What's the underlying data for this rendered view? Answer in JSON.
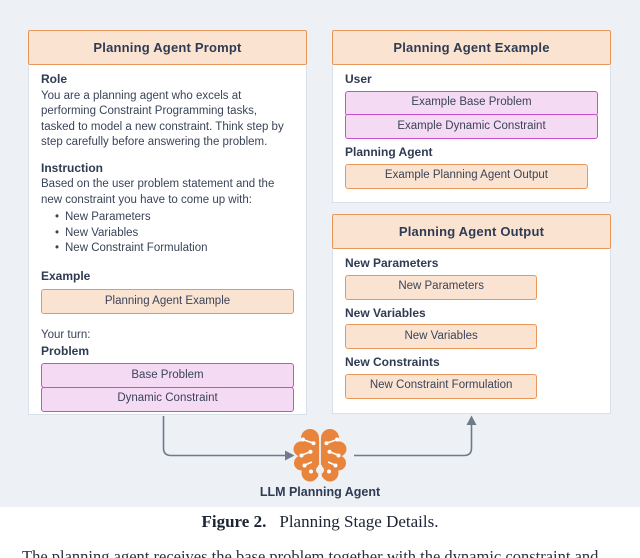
{
  "figure": {
    "prompt_card": {
      "title": "Planning Agent Prompt",
      "role_heading": "Role",
      "role_text": "You are a planning agent who excels at performing Constraint Programming tasks, tasked to model a new constraint. Think step by step carefully before answering the problem.",
      "instruction_heading": "Instruction",
      "instruction_text": "Based on the user problem statement and the new constraint you have to come up with:",
      "bullets": [
        "New Parameters",
        "New Variables",
        "New Constraint Formulation"
      ],
      "example_heading": "Example",
      "example_box": "Planning Agent Example",
      "your_turn_label": "Your turn:",
      "problem_heading": "Problem",
      "base_problem_box": "Base Problem",
      "dynamic_constraint_box": "Dynamic Constraint"
    },
    "example_card": {
      "title": "Planning Agent Example",
      "user_heading": "User",
      "example_base_problem_box": "Example Base Problem",
      "example_dynamic_constraint_box": "Example Dynamic Constraint",
      "planning_agent_heading": "Planning Agent",
      "example_output_box": "Example Planning Agent Output"
    },
    "output_card": {
      "title": "Planning Agent Output",
      "new_parameters_heading": "New Parameters",
      "new_parameters_box": "New Parameters",
      "new_variables_heading": "New Variables",
      "new_variables_box": "New Variables",
      "new_constraints_heading": "New Constraints",
      "new_constraint_formulation_box": "New Constraint Formulation"
    },
    "agent_label": "LLM Planning Agent",
    "icons": {
      "brain": "brain-circuit-icon"
    }
  },
  "caption": {
    "label": "Figure 2.",
    "text": "Planning Stage Details."
  },
  "body_text_partial": "The planning agent receives the base problem together with the dynamic constraint and",
  "colors": {
    "figure_background": "#EDF0F5",
    "card_background": "#FFFFFF",
    "card_border": "#D9E0EA",
    "orange_fill": "#FBE3D2",
    "orange_border": "#E9965A",
    "pink_fill": "#F5DAF4",
    "pink_border": "#C74ECE",
    "text_dark": "#2F3B52",
    "arrow_gray": "#6F7B8B",
    "brain_orange": "#E8843C"
  }
}
